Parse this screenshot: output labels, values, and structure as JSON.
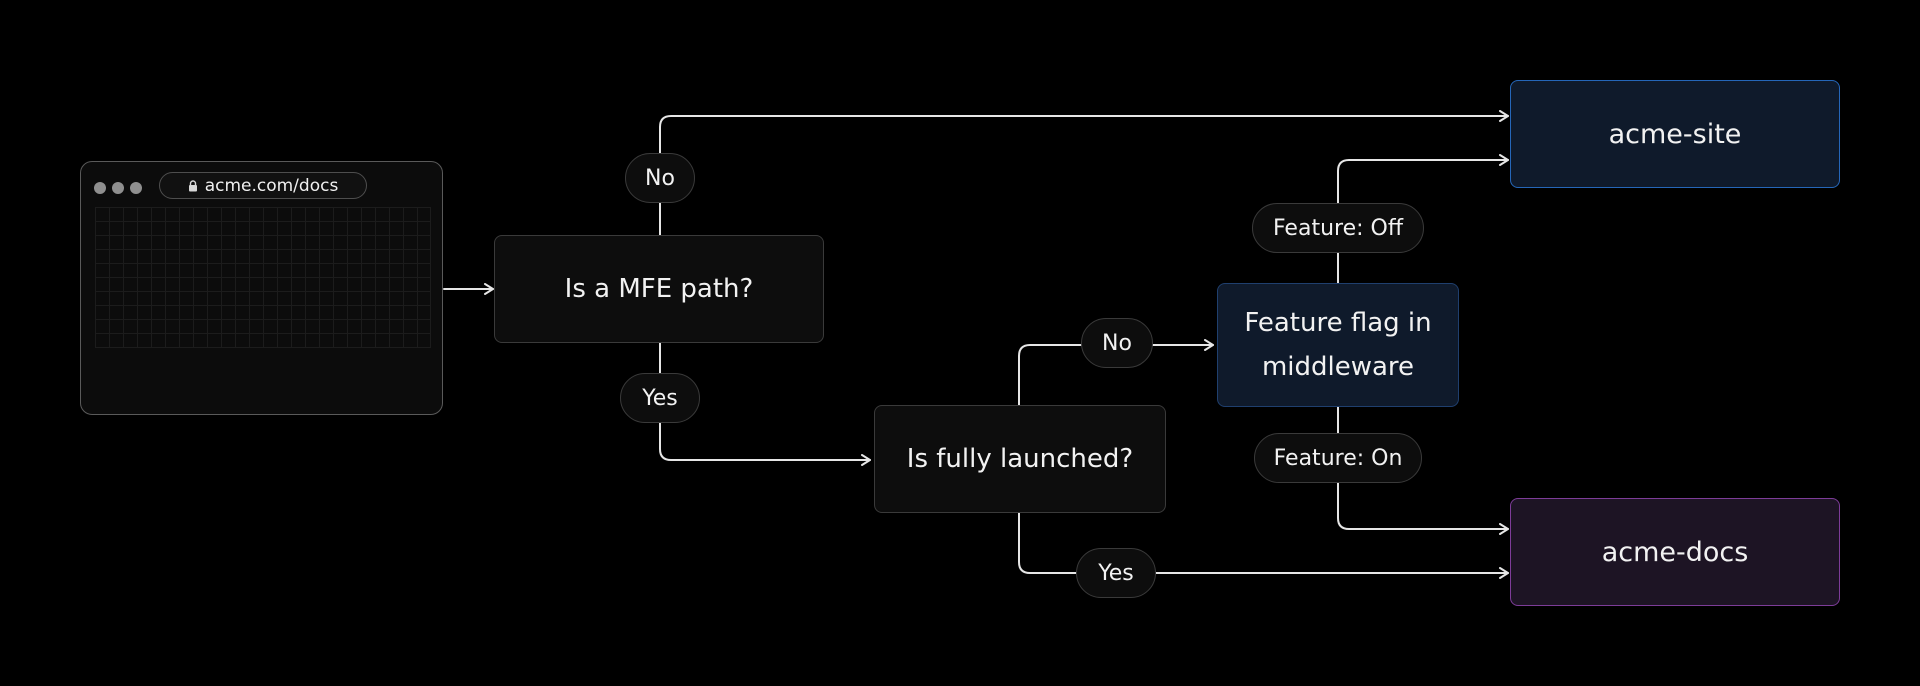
{
  "browser": {
    "url": "acme.com/docs",
    "icon": "lock-icon"
  },
  "nodes": {
    "mfe_decision": "Is a MFE path?",
    "launched_decision": "Is fully launched?",
    "middleware_line1": "Feature flag in",
    "middleware_line2": "middleware",
    "site": "acme-site",
    "docs": "acme-docs"
  },
  "edges": {
    "mfe_no": "No",
    "mfe_yes": "Yes",
    "launched_no": "No",
    "launched_yes": "Yes",
    "feature_off": "Feature: Off",
    "feature_on": "Feature: On"
  },
  "colors": {
    "background": "#000000",
    "site_border": "#2566b8",
    "docs_border": "#7d3c98",
    "middleware_fill": "#0f1a2b"
  }
}
